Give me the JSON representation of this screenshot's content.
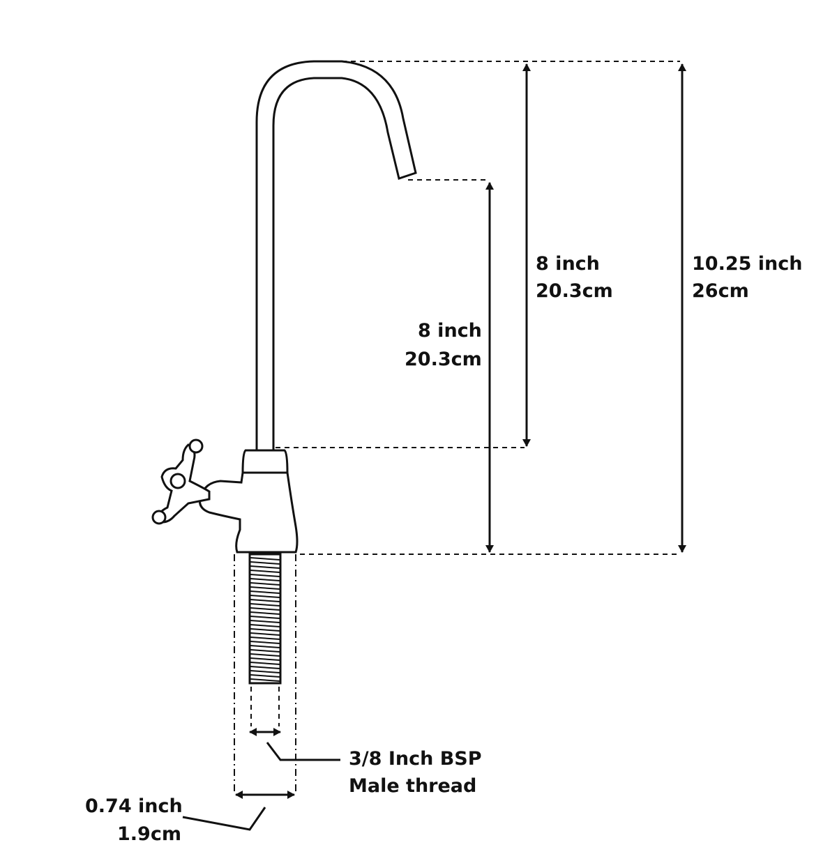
{
  "labels": {
    "spout_height": {
      "line1": "8 inch",
      "line2": "20.3cm"
    },
    "neck_height": {
      "line1": "8 inch",
      "line2": "20.3cm"
    },
    "total_height": {
      "line1": "10.25 inch",
      "line2": "26cm"
    },
    "thread": {
      "line1": "3/8 Inch BSP",
      "line2": "Male thread"
    },
    "base_width": {
      "line1": "0.74 inch",
      "line2": "1.9cm"
    }
  },
  "icons": {
    "faucet": "faucet-icon",
    "handle": "cross-handle-icon"
  },
  "colors": {
    "line": "#111111",
    "background": "#ffffff"
  }
}
